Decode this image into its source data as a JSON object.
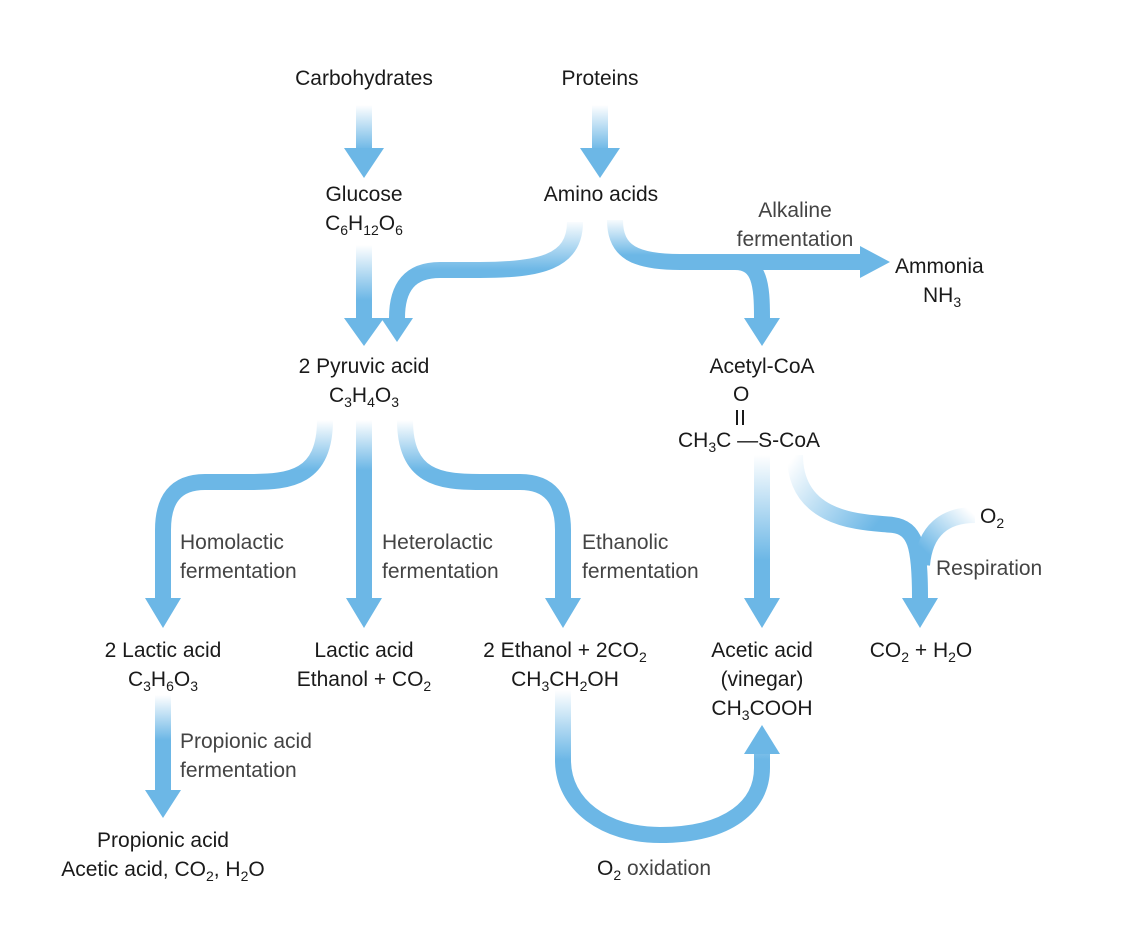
{
  "colors": {
    "arrow": "#6cb7e6",
    "arrow_fade": "#ffffff",
    "text": "#1a1a1a",
    "process_text": "#444444"
  },
  "nodes": {
    "carbohydrates": {
      "line1": "Carbohydrates"
    },
    "proteins": {
      "line1": "Proteins"
    },
    "glucose": {
      "line1": "Glucose",
      "f1": "C",
      "s1": "6",
      "f2": "H",
      "s2": "12",
      "f3": "O",
      "s3": "6"
    },
    "amino_acids": {
      "line1": "Amino acids"
    },
    "ammonia": {
      "line1": "Ammonia",
      "f1": "NH",
      "s1": "3"
    },
    "pyruvic_acid": {
      "line1": "2 Pyruvic acid",
      "f1": "C",
      "s1": "3",
      "f2": "H",
      "s2": "4",
      "f3": "O",
      "s3": "3"
    },
    "acetyl_coa": {
      "line1": "Acetyl-CoA",
      "carbonyl_o": "O",
      "f1": "CH",
      "s1": "3",
      "f2": "C",
      "bond": "—",
      "f3": "S-CoA"
    },
    "lactic_2": {
      "line1": "2 Lactic acid",
      "f1": "C",
      "s1": "3",
      "f2": "H",
      "s2": "6",
      "f3": "O",
      "s3": "3"
    },
    "hetero_products": {
      "line1": "Lactic acid",
      "f1": "Ethanol + CO",
      "s1": "2"
    },
    "ethanol": {
      "l1a": "2 Ethanol + 2CO",
      "l1s": "2",
      "f1": "CH",
      "s1": "3",
      "f2": "CH",
      "s2": "2",
      "f3": "OH"
    },
    "acetic_acid": {
      "line1": "Acetic acid",
      "line2": "(vinegar)",
      "f1": "CH",
      "s1": "3",
      "f2": "COOH"
    },
    "co2_h2o": {
      "f1": "CO",
      "s1": "2",
      "f2": " + H",
      "s2": "2",
      "f3": "O"
    },
    "propionic": {
      "line1": "Propionic acid",
      "f1": "Acetic acid, CO",
      "s1": "2",
      "f2": ", H",
      "s2": "2",
      "f3": "O"
    },
    "o2_right": {
      "f1": "O",
      "s1": "2"
    }
  },
  "processes": {
    "alkaline": {
      "line1": "Alkaline",
      "line2": "fermentation"
    },
    "homolactic": {
      "line1": "Homolactic",
      "line2": "fermentation"
    },
    "heterolactic": {
      "line1": "Heterolactic",
      "line2": "fermentation"
    },
    "ethanolic": {
      "line1": "Ethanolic",
      "line2": "fermentation"
    },
    "propionic_ferm": {
      "line1": "Propionic acid",
      "line2": "fermentation"
    },
    "respiration": {
      "line1": "Respiration"
    },
    "oxidation": {
      "f1": "O",
      "s1": "2",
      "rest": " oxidation"
    }
  }
}
